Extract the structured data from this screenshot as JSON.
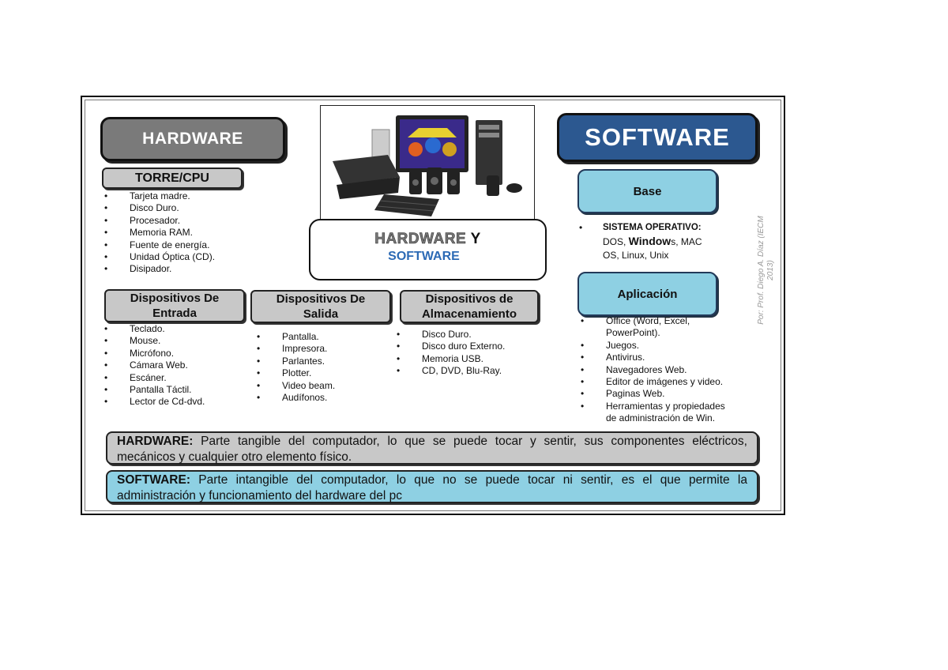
{
  "hardware_title": "HARDWARE",
  "software_title": "SOFTWARE",
  "torre": {
    "title": "TORRE/CPU",
    "items": [
      "Tarjeta madre.",
      "Disco Duro.",
      "Procesador.",
      "Memoria RAM.",
      "Fuente de energía.",
      "Unidad Óptica (CD).",
      "Disipador."
    ]
  },
  "entrada": {
    "title_line1": "Dispositivos De",
    "title_line2": "Entrada",
    "items": [
      "Teclado.",
      "Mouse.",
      "Micrófono.",
      "Cámara Web.",
      "Escáner.",
      "Pantalla Táctil.",
      "Lector de Cd-dvd."
    ]
  },
  "salida": {
    "title_line1": "Dispositivos De",
    "title_line2": "Salida",
    "items": [
      "Pantalla.",
      "Impresora.",
      "Parlantes.",
      "Plotter.",
      "Video beam.",
      "Audífonos."
    ]
  },
  "almacenamiento": {
    "title_line1": "Dispositivos de",
    "title_line2": "Almacenamiento",
    "items": [
      "Disco Duro.",
      "Disco duro Externo.",
      "Memoria USB.",
      "CD, DVD, Blu-Ray."
    ]
  },
  "center": {
    "hardware_word": "HARDWARE",
    "y_word": "Y",
    "software_word": "SOFTWARE",
    "image_alt": "computer-equipment-image"
  },
  "base": {
    "title": "Base",
    "line1": "SISTEMA OPERATIVO:",
    "line2_a": "DOS, ",
    "line2_b": "Window",
    "line2_c": "s, MAC",
    "line3": "OS, Linux, Unix"
  },
  "aplicacion": {
    "title": "Aplicación",
    "items": [
      [
        "Office (Word, Excel,",
        "PowerPoint)."
      ],
      [
        "Juegos."
      ],
      [
        "Antivirus."
      ],
      [
        "Navegadores Web."
      ],
      [
        "Editor de imágenes y video."
      ],
      [
        "Paginas Web."
      ],
      [
        "Herramientas y propiedades",
        "de administración de Win."
      ]
    ]
  },
  "author_line1": "Por: Prof. Diego A. Díaz (IECM",
  "author_line2": "2013)",
  "definitions": {
    "hardware_term": "HARDWARE:",
    "hardware_text": " Parte tangible del computador, lo que se puede tocar y sentir, sus componentes eléctricos, mecánicos y cualquier otro elemento físico.",
    "software_term": "SOFTWARE:",
    "software_text": " Parte intangible del computador, lo que no se puede tocar ni sentir, es el que permite la administración y funcionamiento del hardware del pc"
  },
  "colors": {
    "hardware_gray": "#7a7a7a",
    "software_blue": "#2c5890",
    "light_blue": "#8ed0e3",
    "light_gray": "#c8c8c8"
  }
}
